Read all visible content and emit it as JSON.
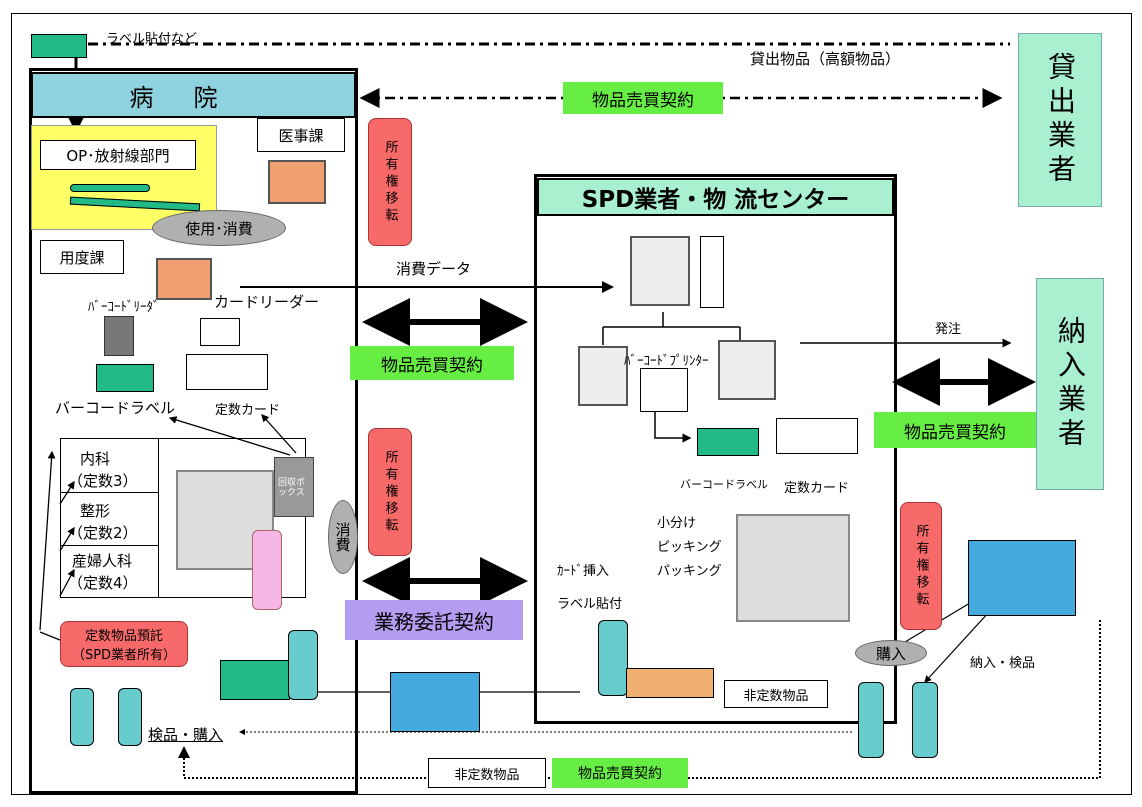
{
  "labels": {
    "label_attach": "ラベル貼付など",
    "loan_items": "貸出物品（高額物品）",
    "hospital": "病院",
    "medical_affairs": "医事課",
    "op_dept": "OP･放射線部門",
    "use_consume": "使用･消費",
    "supplies_dept": "用度課",
    "consume_data": "消費データ",
    "barcode_reader": "ﾊﾞｰｺｰﾄﾞﾘｰﾀﾞ",
    "card_reader": "カードリーダー",
    "barcode_label_left": "バーコードラベル",
    "fixed_card_left": "定数カード",
    "naika": "内科",
    "naika_count": "（定数3）",
    "seikei": "整形",
    "seikei_count": "（定数2）",
    "sanfujinka": "産婦人科",
    "sanfujinka_count": "（定数4）",
    "collection_box": "回収ボックス",
    "consume": "消費",
    "fixed_deposit_1": "定数物品預託",
    "fixed_deposit_2": "（SPD業者所有）",
    "inspect_purchase": "検品・購入",
    "spd_center": "SPD業者・物 流センター",
    "order": "発注",
    "barcode_printer": "ﾊﾞｰｺｰﾄﾞﾌﾟﾘﾝﾀｰ",
    "barcode_label_center": "バーコードラベル",
    "fixed_card_center": "定数カード",
    "subdivide": "小分け",
    "picking": "ピッキング",
    "packing": "パッキング",
    "card_insert": "ｶｰﾄﾞ挿入",
    "label_attach2": "ラベル貼付",
    "non_fixed_center": "非定数物品",
    "purchase": "購入",
    "deliver_inspect": "納入・検品",
    "non_fixed_bottom": "非定数物品",
    "loan_vendor": "貸出業者",
    "delivery_vendor": "納入業者"
  },
  "contracts": {
    "top": "物品売買契約",
    "middle": "物品売買契約",
    "right": "物品売買契約",
    "bottom": "物品売買契約",
    "outsourcing": "業務委託契約"
  },
  "ownership_transfer": [
    "所有権移転",
    "所有権移転",
    "所有権移転"
  ],
  "colors": {
    "hospital_bar": "#8fd3e0",
    "spd_bar": "#a8f0cf",
    "contract_green": "#66ee44",
    "outsourcing_purple": "#b49cf0",
    "ownership_red": "#f86a6a",
    "op_dept_yellow": "#ffff66"
  }
}
